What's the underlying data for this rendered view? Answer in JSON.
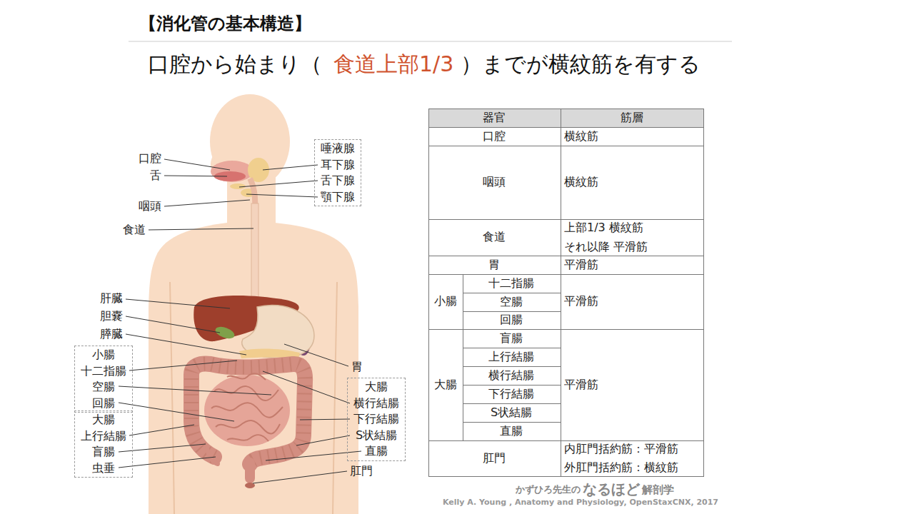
{
  "diagram": {
    "title": "【消化管の基本構造】",
    "nodes": [
      {
        "text": [
          "唾液腺",
          "耳下腺",
          "舌下腺",
          "顎下腺"
        ]
      },
      {
        "text": [
          "小腸",
          "十二指腸",
          "空腸",
          "回腸"
        ]
      },
      {
        "text": [
          "大腸",
          "上行結腸",
          "盲腸",
          "虫垂"
        ]
      },
      {
        "text": [
          "大腸",
          "横行結腸",
          "下行結腸",
          "S状結腸",
          "直腸"
        ]
      }
    ],
    "labels": [
      "口腔から始まり（",
      "食道上部1/3",
      "）までが横紋筋を有する",
      "口腔",
      "舌",
      "咽頭",
      "食道",
      "肝臓",
      "胆嚢",
      "膵臓",
      "胃",
      "肛門",
      "器官",
      "筋層",
      "口腔",
      "横紋筋",
      "咽頭",
      "横紋筋",
      "食道",
      "上部1/3 横紋筋",
      "それ以降 平滑筋",
      "胃",
      "平滑筋",
      "小腸",
      "十二指腸",
      "空腸",
      "回腸",
      "平滑筋",
      "大腸",
      "盲腸",
      "上行結腸",
      "横行結腸",
      "下行結腸",
      "S状結腸",
      "直腸",
      "平滑筋",
      "肛門",
      "内肛門括約筋：平滑筋",
      "外肛門括約筋：横紋筋",
      "かずひろ先生の",
      "なるほど",
      "解剖学",
      "Kelly A. Young , Anatomy and Physiology, OpenStaxCNX, 2017"
    ]
  }
}
